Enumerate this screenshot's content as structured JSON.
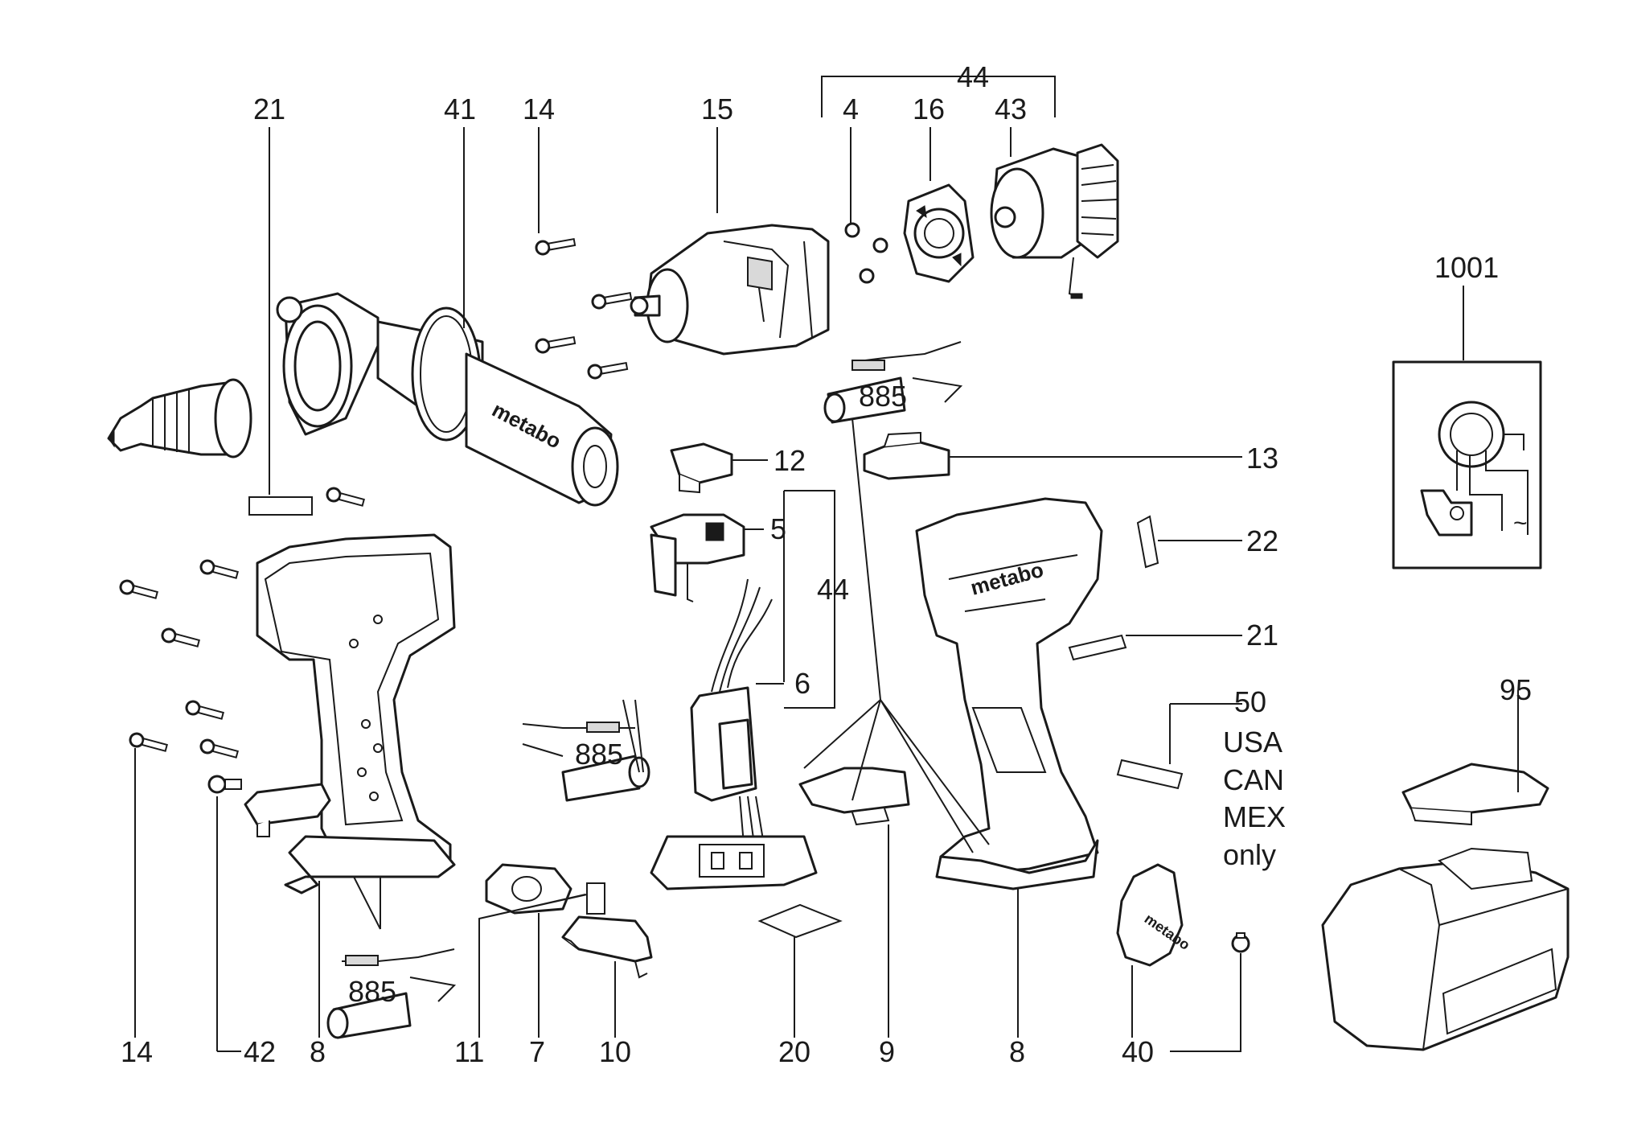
{
  "labels": {
    "p21a": "21",
    "p41": "41",
    "p14a": "14",
    "p15": "15",
    "p44a": "44",
    "p4": "4",
    "p16": "16",
    "p43": "43",
    "p1001": "1001",
    "p885a": "885",
    "p12": "12",
    "p13": "13",
    "p5": "5",
    "p22": "22",
    "p44b": "44",
    "p21b": "21",
    "p6": "6",
    "p50": "50",
    "p95": "95",
    "p885b": "885",
    "p885c": "885",
    "p14b": "14",
    "p42": "42",
    "p8a": "8",
    "p11": "11",
    "p7": "7",
    "p10": "10",
    "p20": "20",
    "p9": "9",
    "p8b": "8",
    "p40": "40"
  },
  "note_50": [
    "USA",
    "CAN",
    "MEX",
    "only"
  ],
  "brand": "metabo"
}
